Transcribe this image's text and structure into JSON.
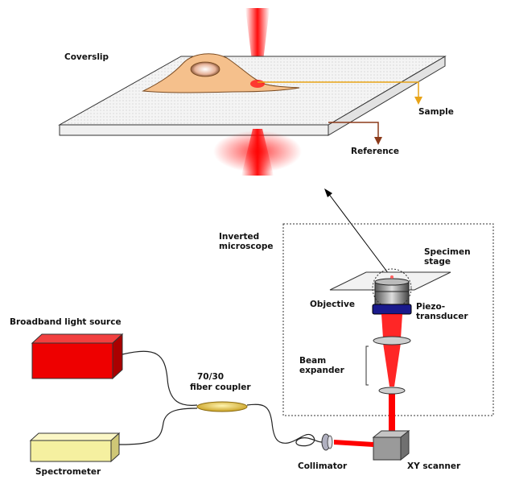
{
  "labels": {
    "coverslip": "Coverslip",
    "sample": "Sample",
    "reference": "Reference",
    "inverted_microscope": [
      "Inverted",
      "microscope"
    ],
    "specimen_stage": [
      "Specimen",
      "stage"
    ],
    "objective": "Objective",
    "piezo_transducer": [
      "Piezo-",
      "transducer"
    ],
    "beam_expander": [
      "Beam",
      "expander"
    ],
    "broadband_light_source": "Broadband light source",
    "fiber_coupler": [
      "70/30",
      "fiber coupler"
    ],
    "spectrometer": "Spectrometer",
    "collimator": "Collimator",
    "xy_scanner": "XY scanner"
  },
  "colors": {
    "laser": "#ff0000",
    "cell": "#f5c08c",
    "sample_line": "#e8a317",
    "reference_line": "#8b3a1a",
    "light_source": "#ee0000",
    "spectrometer": "#f5f0a0",
    "coupler": "#e6c640",
    "piezo": "#1a1a8c"
  }
}
